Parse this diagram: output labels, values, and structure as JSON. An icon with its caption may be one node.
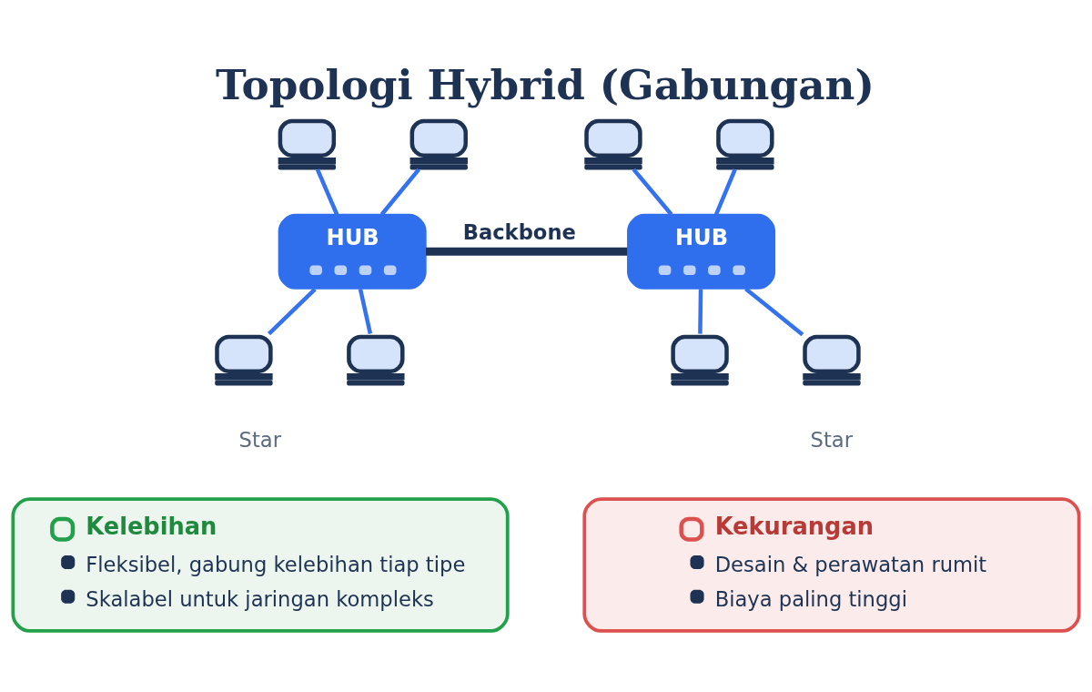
{
  "diagram": {
    "title": "Topologi Hybrid (Gabungan)",
    "nodes": [
      {
        "text": [],
        "shape": "picture"
      },
      {
        "text": [],
        "shape": "picture"
      },
      {
        "text": [],
        "shape": "picture"
      },
      {
        "text": [],
        "shape": "picture"
      },
      {
        "text": [
          "HUB"
        ]
      },
      {
        "text": [
          "HUB"
        ]
      },
      {
        "text": [],
        "shape": "picture"
      },
      {
        "text": [],
        "shape": "picture"
      },
      {
        "text": [],
        "shape": "picture"
      },
      {
        "text": [],
        "shape": "picture"
      },
      {
        "text": [
          "Kelebihan",
          "Fleksibel, gabung kelebihan tiap tipe",
          "Skalabel untuk jaringan kompleks"
        ]
      },
      {
        "text": [
          "Kekurangan",
          "Desain & perawatan rumit",
          "Biaya paling tinggi"
        ]
      }
    ],
    "edges": [
      {
        "from": 0,
        "to": 4,
        "arrow": "none"
      },
      {
        "from": 1,
        "to": 4,
        "arrow": "none"
      },
      {
        "from": 4,
        "to": 6,
        "arrow": "none"
      },
      {
        "from": 4,
        "to": 7,
        "arrow": "none"
      },
      {
        "from": 2,
        "to": 5,
        "arrow": "none"
      },
      {
        "from": 3,
        "to": 5,
        "arrow": "none"
      },
      {
        "from": 5,
        "to": 8,
        "arrow": "none"
      },
      {
        "from": 5,
        "to": 9,
        "arrow": "none"
      },
      {
        "from": 4,
        "to": 5,
        "arrow": "none",
        "label": "Backbone",
        "style": "thick",
        "color": "#1e3354"
      }
    ],
    "labels": [
      "Star",
      "Star"
    ]
  }
}
